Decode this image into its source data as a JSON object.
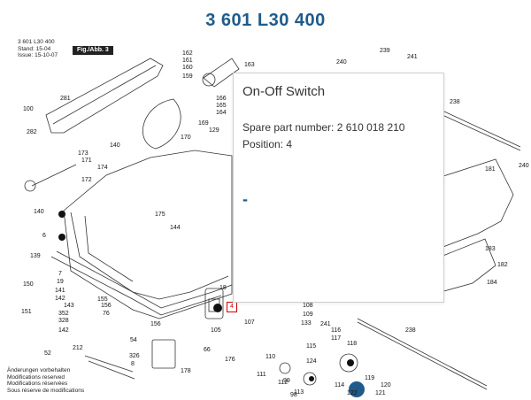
{
  "page": {
    "title": "3 601 L30 400",
    "header": {
      "line1": "3 601 L30 400",
      "line2": "Stand: 15-04",
      "line3": "Issue: 15-10-07",
      "fig_label": "Fig./Abb. 3"
    },
    "footer": [
      "Änderungen vorbehalten",
      "Modifications reserved",
      "Modifications réservées",
      "Sous réserve de modifications"
    ]
  },
  "tooltip": {
    "title": "On-Off Switch",
    "spare_part_label": "Spare part number: 2 610 018 210",
    "position_label": "Position: 4",
    "link_dash": "-"
  },
  "highlight": {
    "position": "4",
    "color": "#cc0000"
  },
  "part_numbers": [
    {
      "id": "p162",
      "text": "162"
    },
    {
      "id": "p161",
      "text": "161"
    },
    {
      "id": "p160",
      "text": "160"
    },
    {
      "id": "p163",
      "text": "163"
    },
    {
      "id": "p159",
      "text": "159"
    },
    {
      "id": "p166",
      "text": "166"
    },
    {
      "id": "p165",
      "text": "165"
    },
    {
      "id": "p164",
      "text": "164"
    },
    {
      "id": "p239",
      "text": "239"
    },
    {
      "id": "p240",
      "text": "240"
    },
    {
      "id": "p241",
      "text": "241"
    },
    {
      "id": "p238a",
      "text": "238"
    },
    {
      "id": "p281",
      "text": "281"
    },
    {
      "id": "p100",
      "text": "100"
    },
    {
      "id": "p282",
      "text": "282"
    },
    {
      "id": "p169",
      "text": "169"
    },
    {
      "id": "p170",
      "text": "170"
    },
    {
      "id": "p129",
      "text": "129"
    },
    {
      "id": "p140a",
      "text": "140"
    },
    {
      "id": "p173",
      "text": "173"
    },
    {
      "id": "p171",
      "text": "171"
    },
    {
      "id": "p174",
      "text": "174"
    },
    {
      "id": "p172",
      "text": "172"
    },
    {
      "id": "p140b",
      "text": "140"
    },
    {
      "id": "p175",
      "text": "175"
    },
    {
      "id": "p144",
      "text": "144"
    },
    {
      "id": "p6",
      "text": "6"
    },
    {
      "id": "p139",
      "text": "139"
    },
    {
      "id": "p150",
      "text": "150"
    },
    {
      "id": "p7",
      "text": "7"
    },
    {
      "id": "p19",
      "text": "19"
    },
    {
      "id": "p141",
      "text": "141"
    },
    {
      "id": "p142",
      "text": "142"
    },
    {
      "id": "p151",
      "text": "151"
    },
    {
      "id": "p143",
      "text": "143"
    },
    {
      "id": "p155",
      "text": "155"
    },
    {
      "id": "p156a",
      "text": "156"
    },
    {
      "id": "p76",
      "text": "76"
    },
    {
      "id": "p352",
      "text": "352"
    },
    {
      "id": "p328",
      "text": "328"
    },
    {
      "id": "p142b",
      "text": "142"
    },
    {
      "id": "p212",
      "text": "212"
    },
    {
      "id": "p54",
      "text": "54"
    },
    {
      "id": "p326",
      "text": "326"
    },
    {
      "id": "p8",
      "text": "8"
    },
    {
      "id": "p156b",
      "text": "156"
    },
    {
      "id": "p178",
      "text": "178"
    },
    {
      "id": "p18",
      "text": "18"
    },
    {
      "id": "p107",
      "text": "107"
    },
    {
      "id": "p105",
      "text": "105"
    },
    {
      "id": "p176",
      "text": "176"
    },
    {
      "id": "p133",
      "text": "133"
    },
    {
      "id": "p110",
      "text": "110"
    },
    {
      "id": "p111",
      "text": "111"
    },
    {
      "id": "p112",
      "text": "112"
    },
    {
      "id": "p113",
      "text": "113"
    },
    {
      "id": "p114",
      "text": "114"
    },
    {
      "id": "p118",
      "text": "118"
    },
    {
      "id": "p119",
      "text": "119"
    },
    {
      "id": "p120",
      "text": "120"
    },
    {
      "id": "p121",
      "text": "121"
    },
    {
      "id": "p122",
      "text": "122"
    },
    {
      "id": "p124",
      "text": "124"
    },
    {
      "id": "p115",
      "text": "115"
    },
    {
      "id": "p116",
      "text": "116"
    },
    {
      "id": "p117",
      "text": "117"
    },
    {
      "id": "p109",
      "text": "109"
    },
    {
      "id": "p99",
      "text": "99"
    },
    {
      "id": "p98",
      "text": "98"
    },
    {
      "id": "p241b",
      "text": "241"
    },
    {
      "id": "p108",
      "text": "108"
    },
    {
      "id": "p238b",
      "text": "238"
    },
    {
      "id": "p181",
      "text": "181"
    },
    {
      "id": "p240b",
      "text": "240"
    },
    {
      "id": "p183",
      "text": "183"
    },
    {
      "id": "p182",
      "text": "182"
    },
    {
      "id": "p184",
      "text": "184"
    },
    {
      "id": "p52",
      "text": "52"
    },
    {
      "id": "p66",
      "text": "66"
    }
  ]
}
